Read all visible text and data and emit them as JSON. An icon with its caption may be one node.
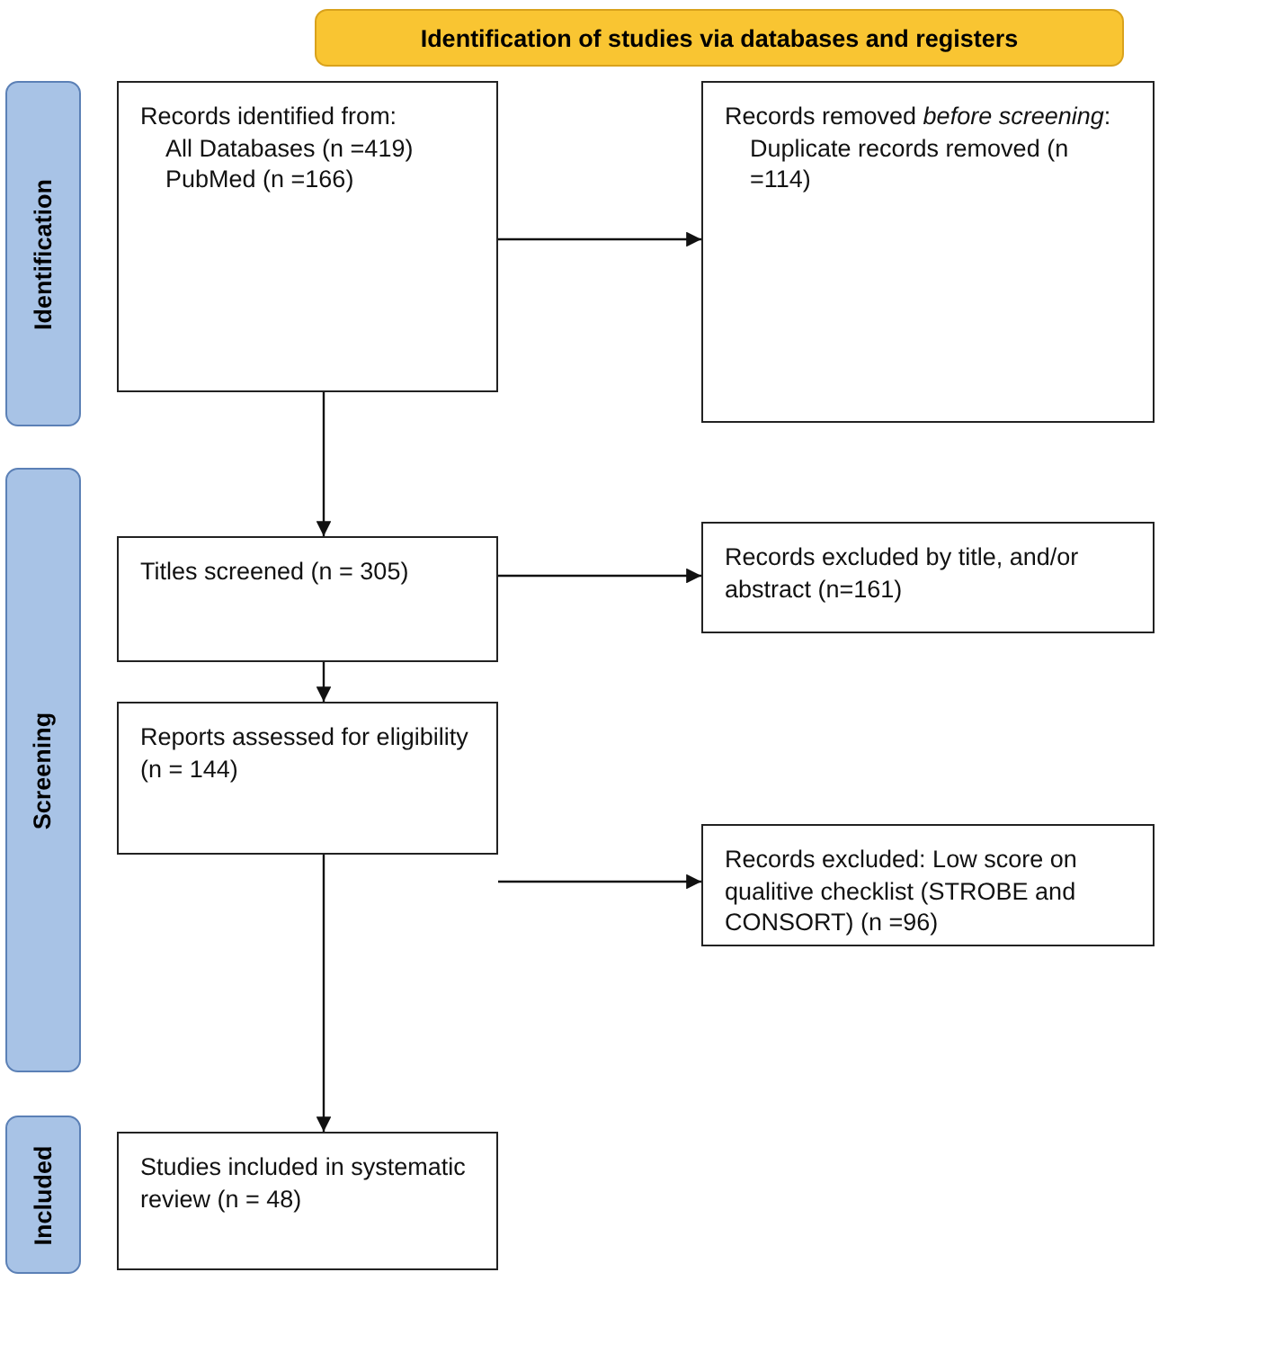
{
  "diagram": {
    "nodes": [
      {
        "text": [
          "Identification of studies via databases and registers"
        ]
      },
      {
        "text": [
          "Identification"
        ]
      },
      {
        "text": [
          "Screening"
        ]
      },
      {
        "text": [
          "Included"
        ]
      },
      {
        "text": [
          "Records identified from:",
          "All Databases (n =419)",
          "PubMed (n =166)"
        ]
      },
      {
        "text": [
          "Records removed *before screening*:",
          "Duplicate records removed (n =114)"
        ]
      },
      {
        "text": [
          "Titles screened (n = 305)"
        ]
      },
      {
        "text": [
          "Records excluded by title, and/or abstract (n=161)"
        ]
      },
      {
        "text": [
          "Reports assessed for eligibility (n = 144)"
        ]
      },
      {
        "text": [
          "Records excluded: Low score on qualitive checklist (STROBE and CONSORT) (n =96)"
        ]
      },
      {
        "text": [
          "Studies included in systematic review (n = 48)"
        ]
      }
    ],
    "edges": [
      {
        "from": 4,
        "to": 5,
        "arrow": "to"
      },
      {
        "from": 4,
        "to": 6,
        "arrow": "to"
      },
      {
        "from": 6,
        "to": 7,
        "arrow": "to"
      },
      {
        "from": 6,
        "to": 8,
        "arrow": "to"
      },
      {
        "from": 8,
        "to": 9,
        "arrow": "to"
      },
      {
        "from": 8,
        "to": 10,
        "arrow": "to"
      }
    ]
  }
}
